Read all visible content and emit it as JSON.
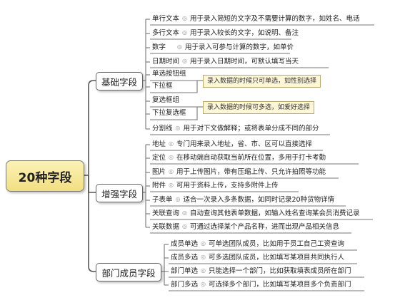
{
  "root": {
    "title": "20种字段"
  },
  "categories": [
    {
      "label": "基础字段",
      "items": [
        {
          "name": "单行文本",
          "desc": "用于录入简短的文字及不需要计算的数字，如姓名、电话"
        },
        {
          "name": "多行文本",
          "desc": "用于录入较长的文字，如说明、备注"
        },
        {
          "name": "数字",
          "desc": "用于录入可参与计算的数字，如单价"
        },
        {
          "name": "日期时间",
          "desc": "用于录入日期时间，可默认填写当天"
        },
        {
          "name": "单选按钮组",
          "desc": ""
        },
        {
          "name": "下拉框",
          "desc": ""
        },
        {
          "name": "复选框组",
          "desc": ""
        },
        {
          "name": "下拉复选框",
          "desc": ""
        },
        {
          "name": "分割线",
          "desc": "用于对下文做解释；或将表单分成不同的部分"
        }
      ],
      "notes": [
        "录入数据的时候只可单选，如性别选择",
        "录入数据的时候可多选，如爱好选择"
      ]
    },
    {
      "label": "增强字段",
      "items": [
        {
          "name": "地址",
          "desc": "专门用来录入地址，省、市、区可以直接选择"
        },
        {
          "name": "定位",
          "desc": "在移动端自动获取当前所在位置，多用于打卡考勤"
        },
        {
          "name": "图片",
          "desc": "用于上传图片，带有压缩上传、只允许拍照等功能"
        },
        {
          "name": "附件",
          "desc": "可用于资料上传，支持多附件上传"
        },
        {
          "name": "子表单",
          "desc": "适合一次录入多条数据，如同时记录20种货物详情"
        },
        {
          "name": "关联查询",
          "desc": "自动查询其他表单数据，如输入姓名查询某会员消费记录"
        },
        {
          "name": "关联数据",
          "desc": "可通过选择某个产品名称，进而出现产品相关信息"
        }
      ]
    },
    {
      "label": "部门成员字段",
      "items": [
        {
          "name": "成员单选",
          "desc": "可单选团队成员，比如用于员工自己工资查询"
        },
        {
          "name": "成员多选",
          "desc": "可多选团队成员，比如填写某项目共同执行人"
        },
        {
          "name": "部门单选",
          "desc": "只能选择一个部门，比如获取填表成员所在部门"
        },
        {
          "name": "部门多选",
          "desc": "可选择多个部门，比如填写某项目多个负责部门"
        }
      ]
    }
  ]
}
